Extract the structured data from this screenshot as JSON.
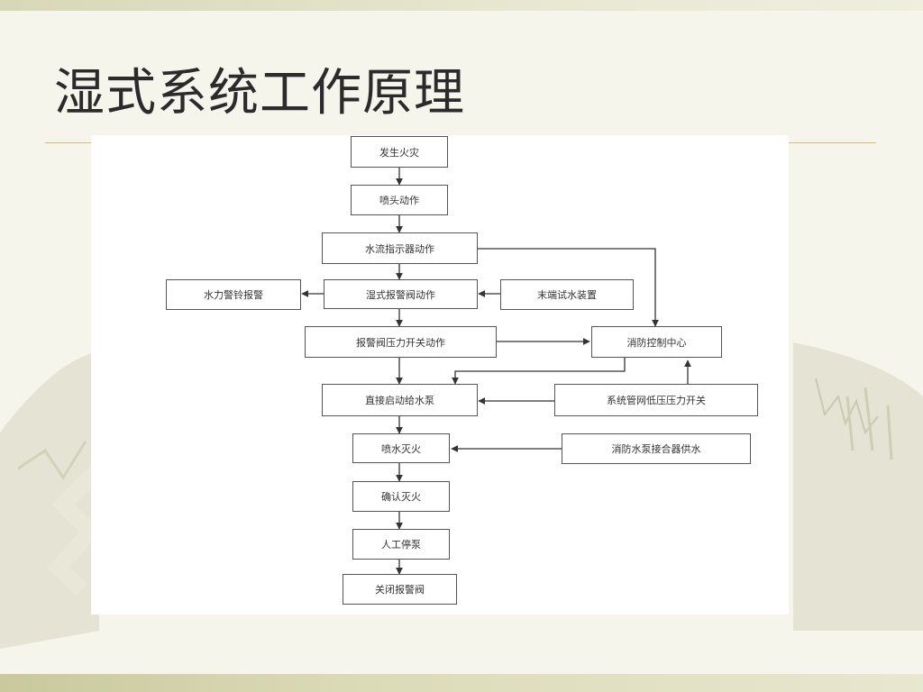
{
  "slide": {
    "title": "湿式系统工作原理"
  },
  "diagram": {
    "nodes": [
      {
        "id": "n1",
        "label": "发生火灾"
      },
      {
        "id": "n2",
        "label": "喷头动作"
      },
      {
        "id": "n3",
        "label": "水流指示器动作"
      },
      {
        "id": "n4",
        "label": "水力警铃报警"
      },
      {
        "id": "n5",
        "label": "湿式报警阀动作"
      },
      {
        "id": "n6",
        "label": "末端试水装置"
      },
      {
        "id": "n7",
        "label": "报警阀压力开关动作"
      },
      {
        "id": "n8",
        "label": "消防控制中心"
      },
      {
        "id": "n9",
        "label": "直接启动给水泵"
      },
      {
        "id": "n10",
        "label": "系统管网低压压力开关"
      },
      {
        "id": "n11",
        "label": "喷水灭火"
      },
      {
        "id": "n12",
        "label": "消防水泵接合器供水"
      },
      {
        "id": "n13",
        "label": "确认灭火"
      },
      {
        "id": "n14",
        "label": "人工停泵"
      },
      {
        "id": "n15",
        "label": "关闭报警阀"
      }
    ],
    "edges": [
      {
        "from": "n1",
        "to": "n2"
      },
      {
        "from": "n2",
        "to": "n3"
      },
      {
        "from": "n3",
        "to": "n5"
      },
      {
        "from": "n3",
        "to": "n8"
      },
      {
        "from": "n5",
        "to": "n4"
      },
      {
        "from": "n6",
        "to": "n5"
      },
      {
        "from": "n5",
        "to": "n7"
      },
      {
        "from": "n7",
        "to": "n8"
      },
      {
        "from": "n7",
        "to": "n9"
      },
      {
        "from": "n8",
        "to": "n9"
      },
      {
        "from": "n10",
        "to": "n8"
      },
      {
        "from": "n10",
        "to": "n9"
      },
      {
        "from": "n9",
        "to": "n11"
      },
      {
        "from": "n12",
        "to": "n11"
      },
      {
        "from": "n11",
        "to": "n13"
      },
      {
        "from": "n13",
        "to": "n14"
      },
      {
        "from": "n14",
        "to": "n15"
      }
    ]
  }
}
